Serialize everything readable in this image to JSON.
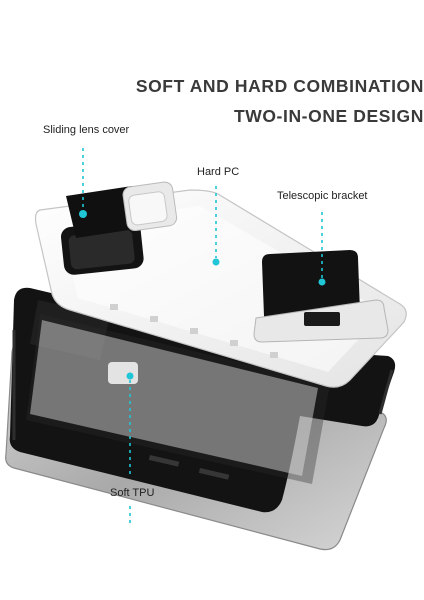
{
  "headline": {
    "line1": "SOFT AND HARD COMBINATION",
    "line2": "TWO-IN-ONE DESIGN"
  },
  "callouts": {
    "lens_cover": "Sliding lens cover",
    "hard_pc": "Hard PC",
    "bracket": "Telescopic bracket",
    "soft_tpu": "Soft TPU"
  },
  "colors": {
    "accent": "#1fc6d6",
    "headline": "#3a3a3a",
    "case_black": "#131313",
    "case_white": "#f2f2f2",
    "phone_gray": "#b8b8b8"
  }
}
